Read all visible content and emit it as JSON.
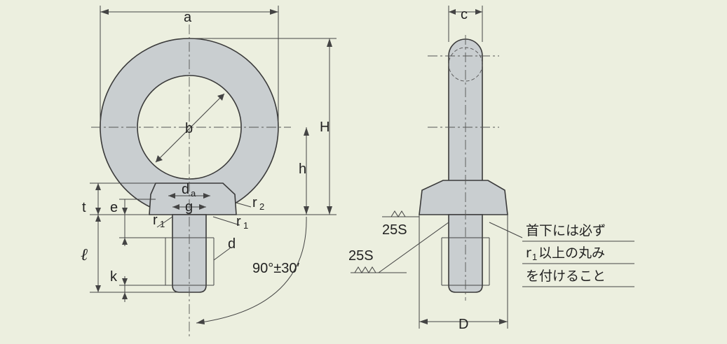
{
  "dimensions": {
    "a": "a",
    "b": "b",
    "c": "c",
    "H": "H",
    "h": "h",
    "t": "t",
    "e": "e",
    "ell": "ℓ",
    "k": "k",
    "d": "d",
    "D": "D",
    "g": "g",
    "da_main": "d",
    "da_sub": "a",
    "r2_main": "r",
    "r2_sub": "2",
    "r1_main": "r",
    "r1_sub": "1",
    "angle": "90°±30′",
    "surface_finish": "25S"
  },
  "note": {
    "line1": "首下には必ず",
    "line2_prefix_main": "r",
    "line2_prefix_sub": "1",
    "line2_rest": "以上の丸み",
    "line3": "を付けること"
  }
}
